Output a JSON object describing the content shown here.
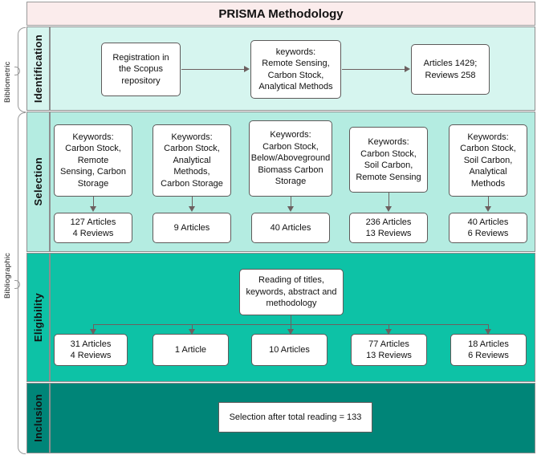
{
  "title": "PRISMA Methodology",
  "groups": [
    {
      "label": "Bibliometric"
    },
    {
      "label": "Bibliographic"
    }
  ],
  "stages": [
    {
      "label": "Identification",
      "band_color": "#d6f5ef"
    },
    {
      "label": "Selection",
      "band_color": "#b4ece1"
    },
    {
      "label": "Eligibility",
      "band_color": "#0dc2a6"
    },
    {
      "label": "Inclusion",
      "band_color": "#008578"
    }
  ],
  "identification": {
    "boxes": [
      {
        "text": "Registration in\nthe Scopus\nrepository"
      },
      {
        "text": "keywords:\nRemote Sensing,\nCarbon Stock,\nAnalytical Methods"
      },
      {
        "text": "Articles 1429;\nReviews 258"
      }
    ]
  },
  "selection": {
    "keyword_boxes": [
      {
        "text": "Keywords:\nCarbon Stock,\nRemote\nSensing, Carbon\nStorage"
      },
      {
        "text": "Keywords:\nCarbon Stock,\nAnalytical\nMethods,\nCarbon Storage"
      },
      {
        "text": "Keywords:\nCarbon Stock,\nBelow/Aboveground\nBiomass Carbon\nStorage"
      },
      {
        "text": "Keywords:\nCarbon Stock,\nSoil Carbon,\nRemote Sensing"
      },
      {
        "text": "Keywords:\nCarbon Stock,\nSoil Carbon,\nAnalytical\nMethods"
      }
    ],
    "result_boxes": [
      {
        "text": "127 Articles\n4 Reviews"
      },
      {
        "text": "9 Articles"
      },
      {
        "text": "40 Articles"
      },
      {
        "text": "236 Articles\n13 Reviews"
      },
      {
        "text": "40 Articles\n6 Reviews"
      }
    ]
  },
  "eligibility": {
    "reading_box": {
      "text": "Reading of titles,\nkeywords, abstract and\nmethodology"
    },
    "result_boxes": [
      {
        "text": "31 Articles\n4 Reviews"
      },
      {
        "text": "1 Article"
      },
      {
        "text": "10 Articles"
      },
      {
        "text": "77 Articles\n13 Reviews"
      },
      {
        "text": "18 Articles\n6 Reviews"
      }
    ]
  },
  "inclusion": {
    "box": {
      "text": "Selection after total reading = 133"
    }
  },
  "colors": {
    "title_bg": "#fbecec",
    "connector": "#6c5f5f",
    "box_border": "#5e5a5a",
    "band_border": "#8e8e8e"
  }
}
